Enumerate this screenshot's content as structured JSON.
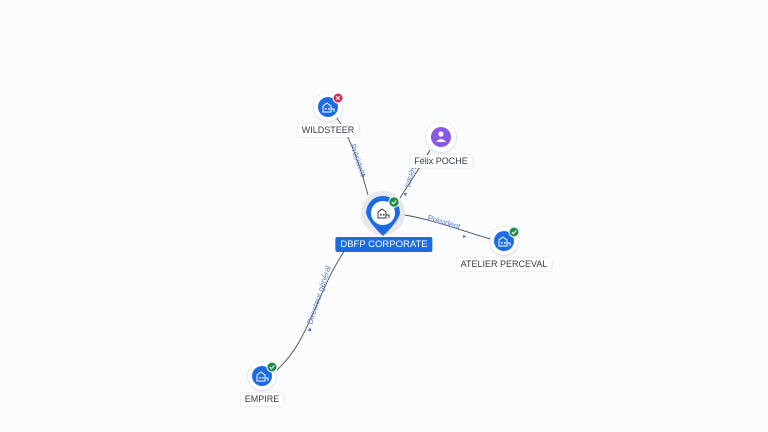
{
  "colors": {
    "company": "#1c6be2",
    "person": "#8a58e6",
    "status_ok": "#1f8a4c",
    "status_closed": "#e0244a",
    "edge_label": "#5b7fd0"
  },
  "nodes": [
    {
      "id": "dbfp",
      "label": "DBFP CORPORATE",
      "type": "company",
      "status": "active",
      "icon": "building-icon",
      "main": true
    },
    {
      "id": "wildsteer",
      "label": "WILDSTEER",
      "type": "company",
      "status": "closed",
      "icon": "building-icon"
    },
    {
      "id": "felix",
      "label": "Félix POCHE",
      "type": "person",
      "status": "",
      "icon": "person-icon"
    },
    {
      "id": "atelier",
      "label": "ATELIER PERCEVAL",
      "type": "company",
      "status": "active",
      "icon": "building-icon"
    },
    {
      "id": "empire",
      "label": "EMPIRE",
      "type": "company",
      "status": "active",
      "icon": "building-icon"
    }
  ],
  "edges": [
    {
      "from": "dbfp",
      "to": "wildsteer",
      "label": "Président"
    },
    {
      "from": "felix",
      "to": "dbfp",
      "label": "Gérant"
    },
    {
      "from": "dbfp",
      "to": "atelier",
      "label": "Président"
    },
    {
      "from": "empire",
      "to": "dbfp",
      "label": "Directeur général"
    }
  ]
}
